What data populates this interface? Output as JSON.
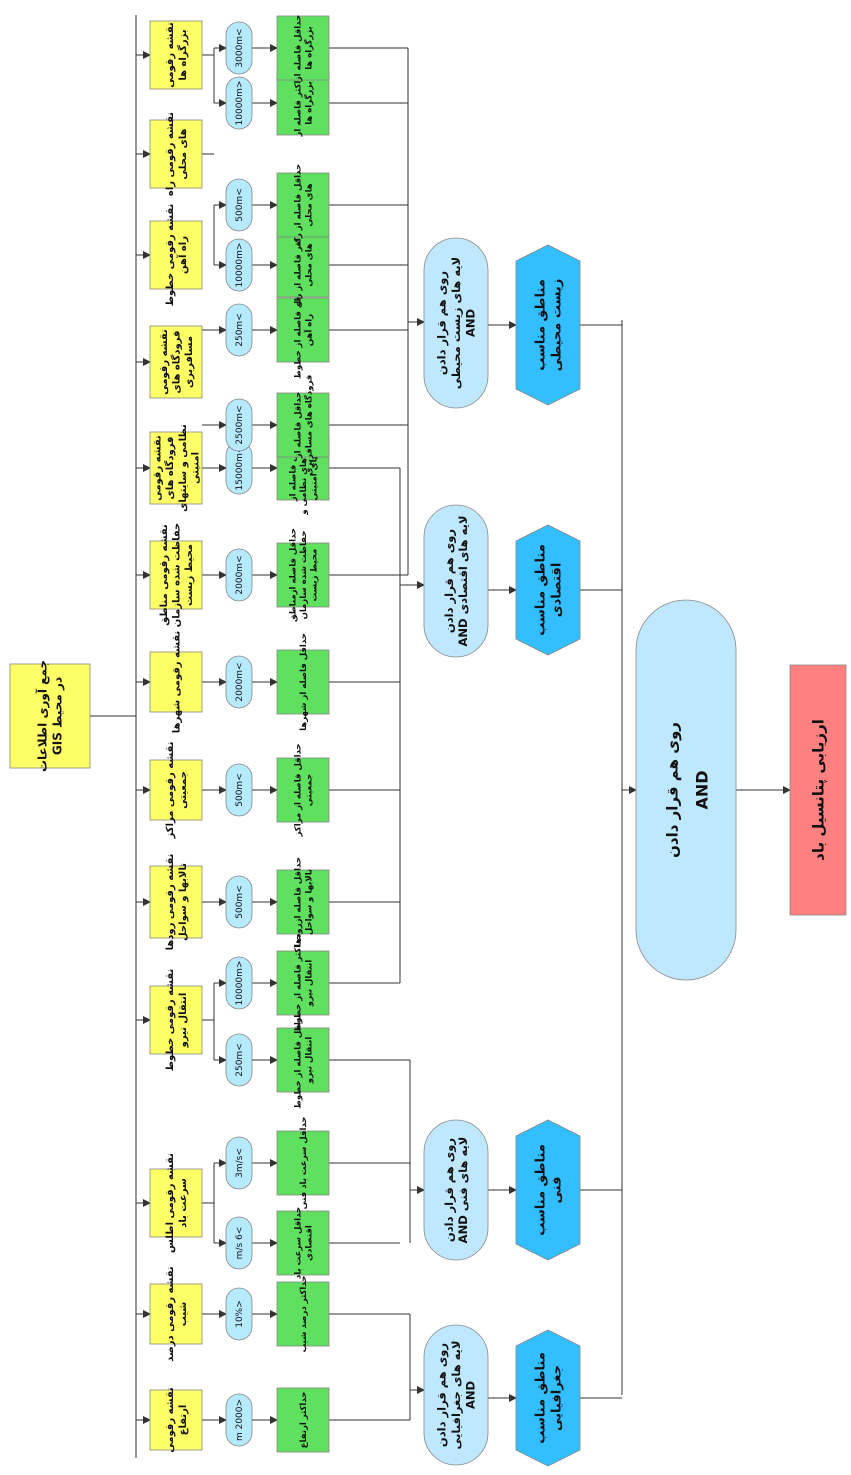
{
  "root": {
    "text": "جمع آوری اطلاعات در محیط GIS",
    "fill": "#ffff66"
  },
  "colors": {
    "yellow": "#ffff66",
    "green": "#5fe05f",
    "cyan_pill": "#b5eaff",
    "and_box": "#bfe8ff",
    "hexagon": "#33bfff",
    "result": "#ff8080",
    "line": "#333333"
  },
  "layers": [
    {
      "text": "نقشه رقومی ارتفاع",
      "criteria": [
        {
          "threshold": "<2000 m",
          "result": "حداکثر ارتفاع"
        }
      ]
    },
    {
      "text": "نقشه رقومی درصد شیب",
      "criteria": [
        {
          "threshold": "<10%",
          "result": "حداکثر درصد شیب"
        }
      ]
    },
    {
      "text": "نقشه رقومی اطلس سرعت باد",
      "criteria": [
        {
          "threshold": ">6 m/s",
          "result": "حداقل سرعت باد اقتصادی"
        },
        {
          "threshold": ">3m/s",
          "result": "حداقل سرعت باد فنی"
        }
      ]
    },
    {
      "text": "نقشه رقومی خطوط انتقال نیرو",
      "criteria": [
        {
          "threshold": ">250m",
          "result": "حداقل فاصله از خطوط انتقال نیرو"
        },
        {
          "threshold": "<10000m",
          "result": "حداکثر فاصله از خطوط انتقال نیرو"
        }
      ]
    },
    {
      "text": "نقشه رقومی رودها تالابها و سواحل",
      "criteria": [
        {
          "threshold": ">500m",
          "result": "حداقل فاصله ازرودها تالابها و سواحل"
        }
      ]
    },
    {
      "text": "نقشه رقومی مراکز جمعیتی",
      "criteria": [
        {
          "threshold": ">500m",
          "result": "حداقل فاصله از مراکز جمعیتی"
        }
      ]
    },
    {
      "text": "نقشه رقومی شهرها",
      "criteria": [
        {
          "threshold": ">2000m",
          "result": "حداقل فاصله از شهرها"
        }
      ]
    },
    {
      "text": "نقشه رقومی مناطق حفاظت شده سازمان محیط زیست",
      "criteria": [
        {
          "threshold": ">2000m",
          "result": "حداقل فاصله ازمناطق حفاظت شده سازمان محیط زیست"
        }
      ]
    },
    {
      "text": "نقشه رقومی فرودگاه های نظامی و سایتهای امنیتی",
      "criteria": [
        {
          "threshold": ">15000m",
          "result": "حداقل فاصله از فرودگاه های نظامی و سایتهای امنیتی"
        }
      ]
    },
    {
      "text": "نقشه رقومی فرودگاه های مسافربری",
      "criteria": [
        {
          "threshold": ">2500m",
          "result": "حداقل فاصله از فرودگاه های مسافربری"
        }
      ]
    },
    {
      "text": "نقشه رقومی خطوط راه آهن",
      "criteria": [
        {
          "threshold": ">250m",
          "result": "حداقل فاصله از خطوط راه آهن"
        }
      ]
    },
    {
      "text": "نقشه رقومی راه های محلی",
      "criteria": [
        {
          "threshold": "<10000m",
          "result": "حداکثر فاصله از راه های محلی"
        },
        {
          "threshold": ">500m",
          "result": "حداقل فاصله از راه های محلی"
        }
      ]
    },
    {
      "text": "نقشه رقومی بزرگراه ها",
      "criteria": [
        {
          "threshold": "<10000m",
          "result": "حداکثر فاصله از بزرگراه ها"
        },
        {
          "threshold": ">3000m",
          "result": "حداقل فاصله از بزرگراه ها"
        }
      ]
    }
  ],
  "overlays": [
    {
      "and_text": "روی هم قرار دادن لایه های جغرافیایی AND",
      "zone_text": "مناطق مناسب جغرافیایی"
    },
    {
      "and_text": "روی هم قرار دادن لایه های فنی AND",
      "zone_text": "مناطق مناسب فنی"
    },
    {
      "and_text": "روی هم قرار دادن لایه های اقتصادی AND",
      "zone_text": "مناطق مناسب اقتصادی"
    },
    {
      "and_text": "روی هم قرار دادن لایه های زیست محیطی AND",
      "zone_text": "مناطق مناسب زیست محیطی"
    }
  ],
  "final_and": {
    "text": "روی هم قرار دادن",
    "operator": "AND"
  },
  "final_result": {
    "text": "ارزیابی پتانسیل باد"
  }
}
